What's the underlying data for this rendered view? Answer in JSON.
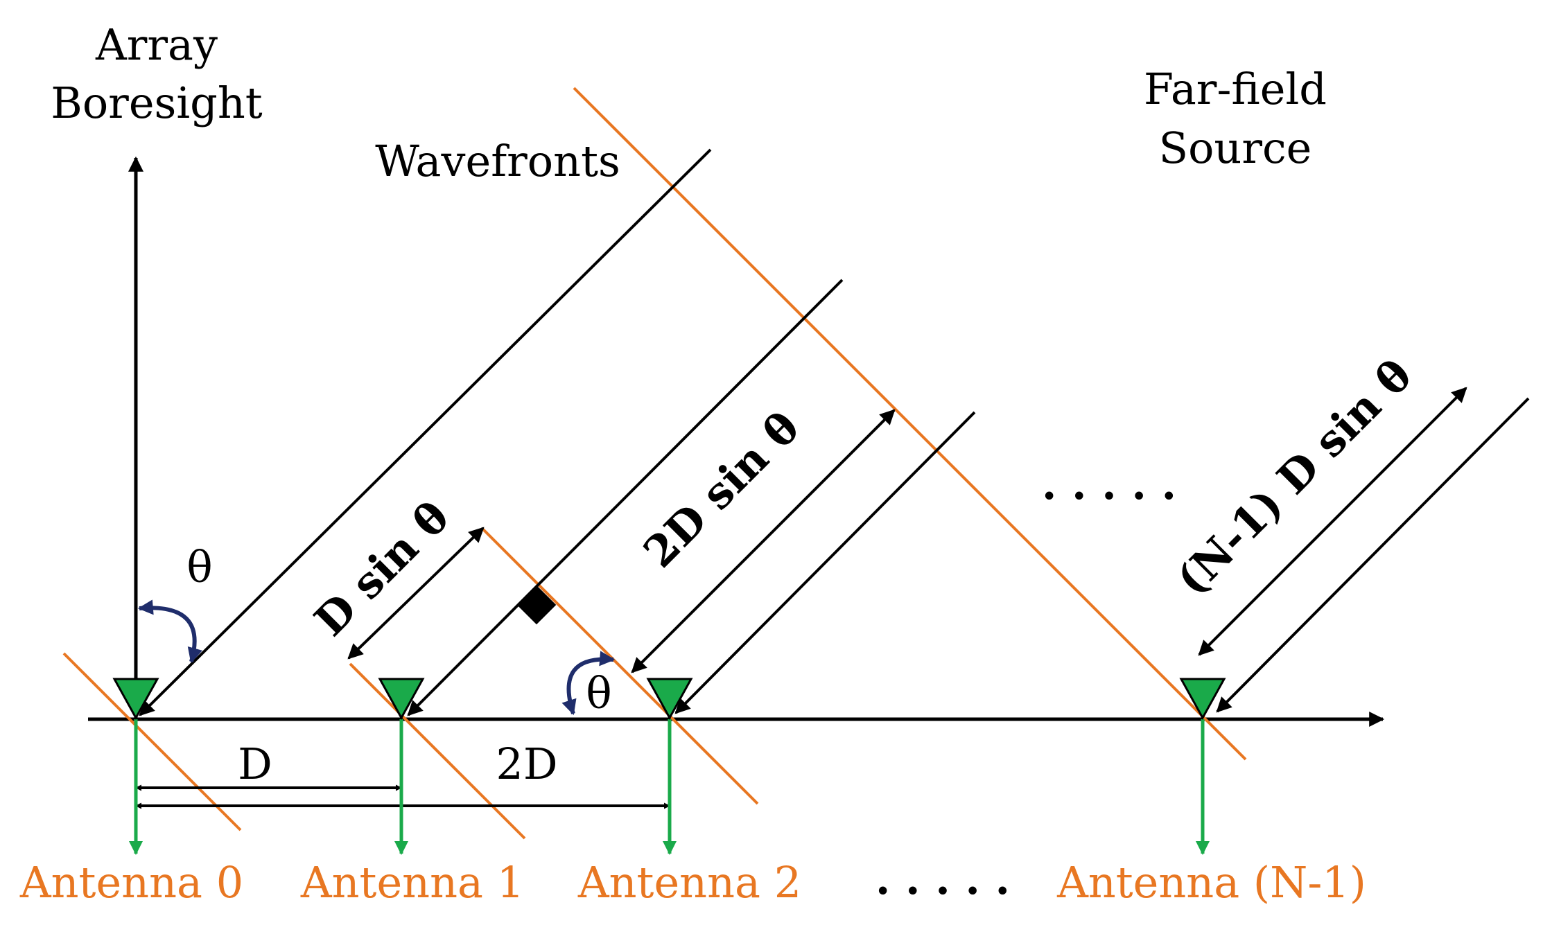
{
  "labels": {
    "boresight_line1": "Array",
    "boresight_line2": "Boresight",
    "wavefronts": "Wavefronts",
    "source_line1": "Far-field",
    "source_line2": "Source",
    "theta_a": "θ",
    "theta_b": "θ",
    "d_sin_theta": "D sin θ",
    "two_d_sin_theta": "2D sin θ",
    "n1_d_sin_theta": "(N-1) D sin θ",
    "spacing_d": "D",
    "spacing_2d": "2D",
    "dots_upper": ". . . . .",
    "dots_lower": ". . . . ."
  },
  "antennas": [
    {
      "label": "Antenna 0"
    },
    {
      "label": "Antenna 1"
    },
    {
      "label": "Antenna 2"
    },
    {
      "label": "Antenna (N-1)"
    }
  ],
  "colors": {
    "wavefront": "#E87722",
    "antenna": "#1AAA4A",
    "rays": "#000000",
    "angle_arrow": "#1F2D6B",
    "antenna_label": "#E87722"
  }
}
